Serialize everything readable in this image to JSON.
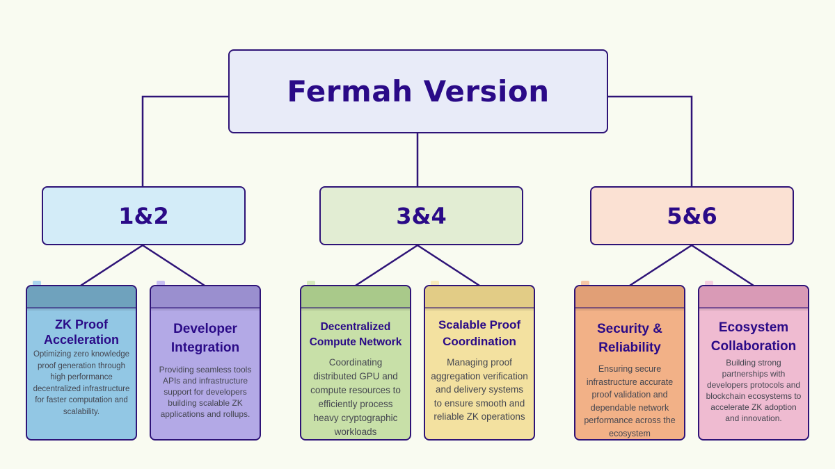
{
  "root": {
    "title": "Fermah Version"
  },
  "groups": [
    {
      "label": "1&2",
      "color": "#d3ecf8",
      "cards": [
        {
          "title": "ZK Proof Acceleration",
          "description": "Optimizing zero knowledge proof generation through high performance decentralized infrastructure for faster computation and scalability.",
          "body_color": "#92c7e4",
          "tab_color": "#6fa2bd",
          "clip_color": "#a9d4ee"
        },
        {
          "title": "Developer Integration",
          "description": "Providing seamless tools APIs and infrastructure support for developers building scalable ZK applications and rollups.",
          "body_color": "#b3a9e6",
          "tab_color": "#9a8fcf",
          "clip_color": "#c6bdf1"
        }
      ]
    },
    {
      "label": "3&4",
      "color": "#e2edd3",
      "cards": [
        {
          "title": "Decentralized Compute Network",
          "description": "Coordinating distributed GPU and compute resources to efficiently process heavy cryptographic workloads",
          "body_color": "#c8e0a8",
          "tab_color": "#a9c98a",
          "clip_color": "#d6eabd"
        },
        {
          "title": "Scalable Proof Coordination",
          "description": "Managing proof aggregation verification and delivery systems to ensure smooth and reliable ZK operations",
          "body_color": "#f3e1a0",
          "tab_color": "#e2cc86",
          "clip_color": "#f8ebbb"
        }
      ]
    },
    {
      "label": "5&6",
      "color": "#fbe1d3",
      "cards": [
        {
          "title": "Security & Reliability",
          "description": "Ensuring secure infrastructure accurate proof validation and dependable network performance across the ecosystem",
          "body_color": "#f2b187",
          "tab_color": "#e19f76",
          "clip_color": "#f6c6a6"
        },
        {
          "title": "Ecosystem Collaboration",
          "description": "Building strong partnerships with developers protocols and blockchain ecosystems to accelerate ZK adoption and innovation.",
          "body_color": "#efbbd1",
          "tab_color": "#d99ab6",
          "clip_color": "#f5cfe0"
        }
      ]
    }
  ],
  "colors": {
    "line": "#2e1377",
    "text": "#2a0a87",
    "background": "#f9fbf1"
  }
}
